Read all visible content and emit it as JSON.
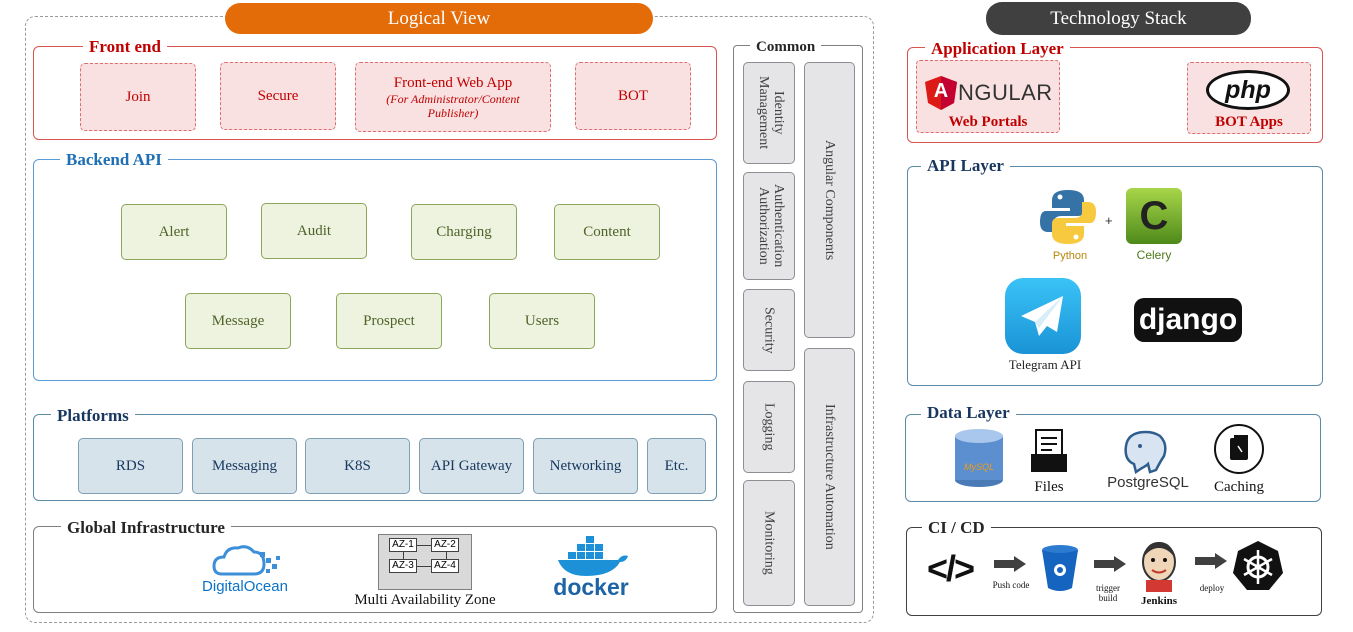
{
  "logical_view": {
    "header": "Logical View",
    "front_end": {
      "title": "Front end",
      "items": [
        "Join",
        "Secure",
        "Front-end Web App",
        "BOT"
      ],
      "web_app_note": "(For Administrator/Content Publisher)"
    },
    "backend_api": {
      "title": "Backend API",
      "items": [
        "Alert",
        "Audit",
        "Charging",
        "Content",
        "Message",
        "Prospect",
        "Users"
      ]
    },
    "platforms": {
      "title": "Platforms",
      "items": [
        "RDS",
        "Messaging",
        "K8S",
        "API Gateway",
        "Networking",
        "Etc."
      ]
    },
    "global_infrastructure": {
      "title": "Global Infrastructure",
      "digitalocean": "DigitalOcean",
      "az_labels": [
        "AZ-1",
        "AZ-2",
        "AZ-3",
        "AZ-4"
      ],
      "multi_az": "Multi Availability Zone",
      "docker": "docker"
    },
    "common": {
      "title": "Common",
      "items": [
        "Identity Management",
        "Authentication Authorization",
        "Security",
        "Logging",
        "Monitoring"
      ],
      "wide_items": [
        "Angular Components",
        "Infrastructure Automation"
      ]
    }
  },
  "technology_stack": {
    "header": "Technology Stack",
    "application_layer": {
      "title": "Application Layer",
      "angular_logo": "NGULAR",
      "angular_letter": "A",
      "web_portals": "Web Portals",
      "php_logo": "php",
      "bot_apps": "BOT Apps"
    },
    "api_layer": {
      "title": "API Layer",
      "python": "Python",
      "plus": "+",
      "celery": "Celery",
      "celery_letter": "C",
      "telegram": "Telegram API",
      "django": "django"
    },
    "data_layer": {
      "title": "Data Layer",
      "mysql": "MySQL",
      "files": "Files",
      "postgres": "PostgreSQL",
      "caching": "Caching"
    },
    "ci_cd": {
      "title": "CI / CD",
      "code_icon": "</>",
      "push_code": "Push code",
      "trigger_build_1": "trigger",
      "trigger_build_2": "build",
      "jenkins": "Jenkins",
      "deploy": "deploy"
    }
  },
  "colors": {
    "logical_header": "#e36c09",
    "tech_header": "#404040",
    "front_end_title": "#c00000",
    "backend_title": "#1f6fb5",
    "platforms_title": "#17375e",
    "tech_red": "#c00000",
    "tech_blue": "#17375e"
  }
}
